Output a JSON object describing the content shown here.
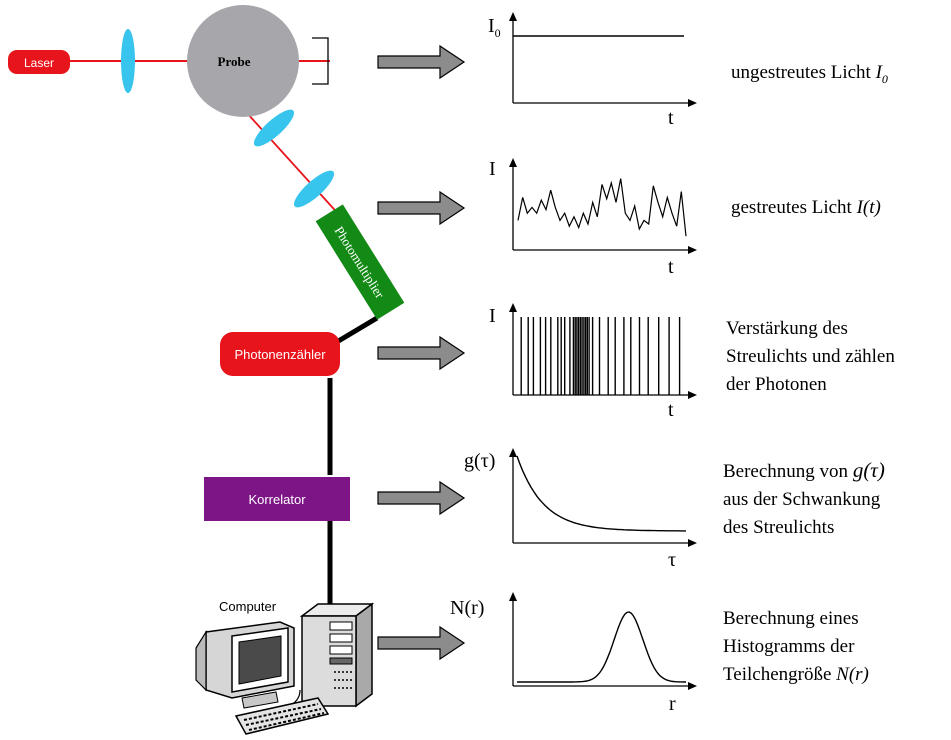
{
  "components": {
    "laser": "Laser",
    "probe": "Probe",
    "photomultiplier": "Photomultiplier",
    "photon_counter": "Photonenzähler",
    "correlator": "Korrelator",
    "computer": "Computer"
  },
  "colors": {
    "laser": "#e8141c",
    "lens": "#37c5ee",
    "probe": "#a7a6ab",
    "photomultiplier": "#138a16",
    "photon_counter": "#e8141c",
    "correlator": "#7d1587",
    "arrow": "#8c8c8c",
    "beam": "#e8141c"
  },
  "graphs": [
    {
      "ylabel": "I",
      "ylabel_sub": "0",
      "xlabel": "t"
    },
    {
      "ylabel": "I",
      "xlabel": "t"
    },
    {
      "ylabel": "I",
      "xlabel": "t"
    },
    {
      "ylabel": "g(τ)",
      "xlabel": "τ"
    },
    {
      "ylabel": "N(r)",
      "xlabel": "r"
    }
  ],
  "descriptions": {
    "d1_text": "ungestreutes Licht ",
    "d1_var": "I",
    "d1_sub": "0",
    "d2_text": "gestreutes Licht ",
    "d2_var": "I(t)",
    "d3_l1": "Verstärkung des",
    "d3_l2": "Streulichts und zählen",
    "d3_l3": "der Photonen",
    "d4_l1": "Berechnung von ",
    "d4_var": "g(τ)",
    "d4_l2": "aus der Schwankung",
    "d4_l3": "des Streulichts",
    "d5_l1": "Berechnung eines",
    "d5_l2": "Histogramms der",
    "d5_l3": "Teilchengröße ",
    "d5_var": "N(r)"
  },
  "chart_data": [
    {
      "type": "line",
      "ylabel": "I0",
      "xlabel": "t",
      "series": [
        {
          "shape": "constant"
        }
      ]
    },
    {
      "type": "line",
      "ylabel": "I",
      "xlabel": "t",
      "series": [
        {
          "values": [
            0.3,
            0.62,
            0.4,
            0.48,
            0.4,
            0.58,
            0.45,
            0.72,
            0.48,
            0.3,
            0.4,
            0.22,
            0.35,
            0.2,
            0.4,
            0.25,
            0.55,
            0.35,
            0.8,
            0.6,
            0.82,
            0.55,
            0.88,
            0.4,
            0.3,
            0.5,
            0.18,
            0.3,
            0.25,
            0.78,
            0.55,
            0.35,
            0.62,
            0.4,
            0.22,
            0.7,
            0.08
          ]
        }
      ]
    },
    {
      "type": "line",
      "ylabel": "I",
      "xlabel": "t",
      "series": [
        {
          "pulses": [
            0.03,
            0.07,
            0.1,
            0.14,
            0.17,
            0.2,
            0.24,
            0.26,
            0.28,
            0.31,
            0.33,
            0.34,
            0.35,
            0.36,
            0.37,
            0.38,
            0.39,
            0.4,
            0.41,
            0.42,
            0.44,
            0.48,
            0.53,
            0.57,
            0.62,
            0.66,
            0.71,
            0.76,
            0.82,
            0.88,
            0.94
          ]
        }
      ]
    },
    {
      "type": "line",
      "ylabel": "g(τ)",
      "xlabel": "τ",
      "series": [
        {
          "shape": "decaying"
        }
      ]
    },
    {
      "type": "line",
      "ylabel": "N(r)",
      "xlabel": "r",
      "series": [
        {
          "shape": "peak"
        }
      ]
    }
  ]
}
